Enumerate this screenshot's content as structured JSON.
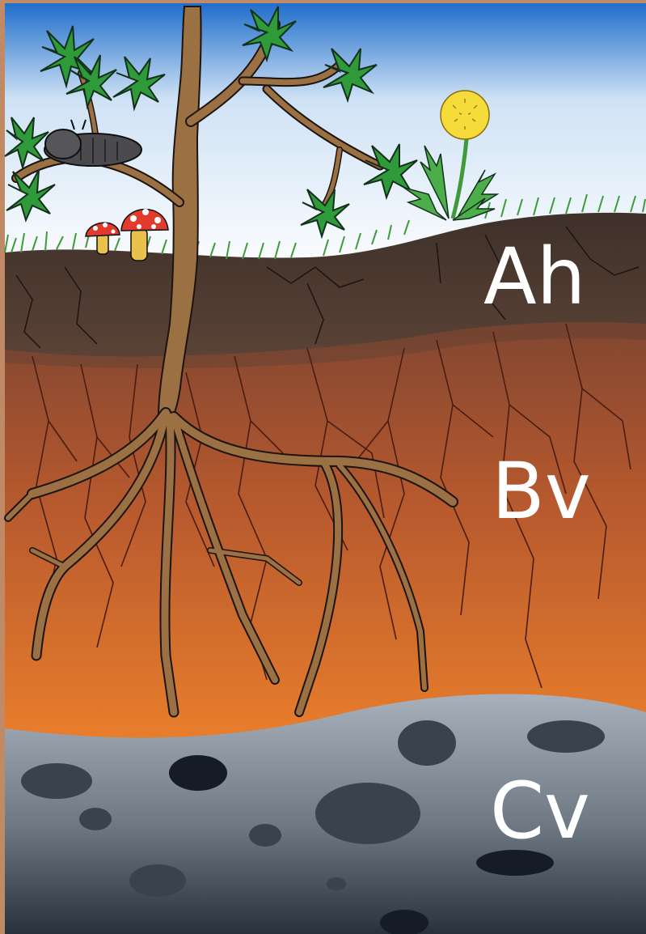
{
  "horizons": [
    {
      "label": "Ah"
    },
    {
      "label": "Bv"
    },
    {
      "label": "Cv"
    }
  ],
  "colors": {
    "frame": "#c08a66",
    "sky_top": "#1f6ecb",
    "sky_bottom": "#ffffff",
    "grass": "#3f9a3a",
    "leaf": "#2f9a3a",
    "topsoil": "#4a3a31",
    "subsoil_top": "#7a4431",
    "subsoil_bottom": "#e87d2c",
    "bedrock_top": "#a8b1bb",
    "bedrock_bottom": "#28323c",
    "stone": "#3a434d",
    "stone_dark": "#161c27",
    "wood": "#9b7043",
    "root": "#9b7043",
    "hair_root": "#4a1d12",
    "dandelion": "#f6dc3a",
    "mushroom_cap": "#e23a2d",
    "mushroom_stem": "#e8c24a",
    "beetle": "#4b4b4f",
    "label": "#ffffff"
  }
}
